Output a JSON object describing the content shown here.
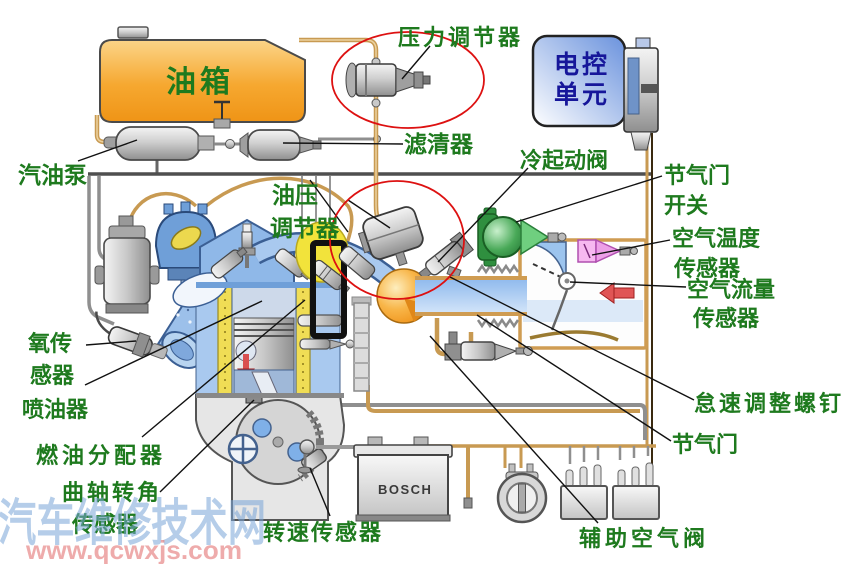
{
  "labels": {
    "tank": "油箱",
    "fuel_pump": "汽油泵",
    "filter": "滤清器",
    "pressure_regulator": "压力调节器",
    "ecu1": "电控",
    "ecu2": "单元",
    "cold_start_valve": "冷起动阀",
    "oil_pressure1": "油压",
    "oil_pressure2": "调节器",
    "throttle_switch1": "节气门",
    "throttle_switch2": "开关",
    "air_temp1": "空气温度",
    "air_temp2": "传感器",
    "air_flow1": "空气流量",
    "air_flow2": "传感器",
    "idle_screw": "怠速调整螺钉",
    "throttle": "节气门",
    "aux_air_valve": "辅助空气阀",
    "oxygen1": "氧传",
    "oxygen2": "感器",
    "injector": "喷油器",
    "fuel_distributor": "燃油分配器",
    "crank_angle1": "曲轴转角",
    "crank_angle2": "传感器",
    "speed_sensor": "转速传感器",
    "bosch": "BOSCH"
  },
  "watermark": {
    "line1": "汽车维修技术网",
    "line2": "www.qcwxjs.com"
  },
  "colors": {
    "label_green": "#1e7a1e",
    "ecu_text": "#16169a",
    "highlight_red": "#dd1111",
    "pipe_tan": "#c89a52",
    "tank_orange": "#f6a830",
    "engine_blue": "#a9c9ef"
  }
}
